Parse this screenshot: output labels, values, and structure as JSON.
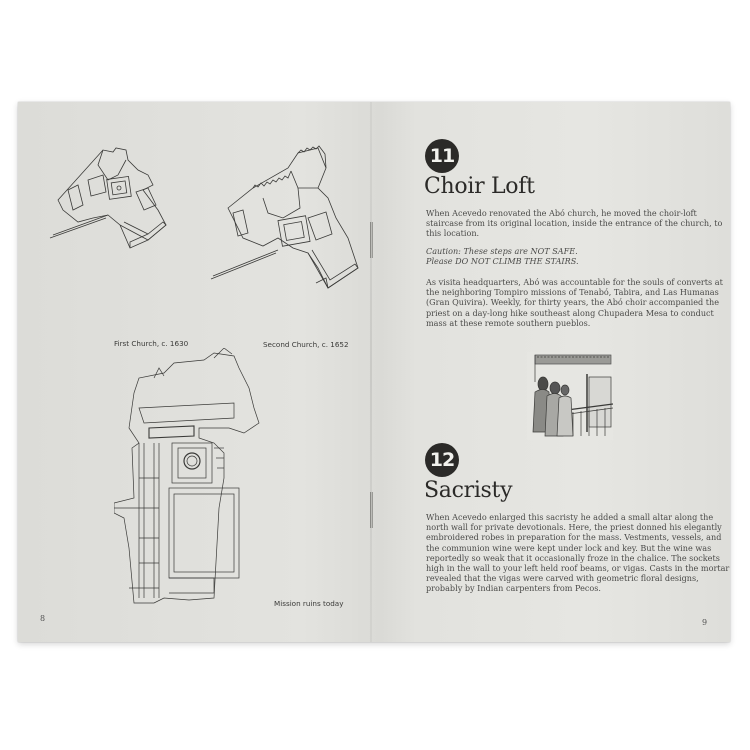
{
  "left_page": {
    "page_number": "8",
    "figures": [
      {
        "id": "first-church",
        "caption": "First Church, c. 1630",
        "type": "isometric-drawing"
      },
      {
        "id": "second-church",
        "caption": "Second Church, c. 1652",
        "type": "isometric-drawing"
      },
      {
        "id": "mission-ruins",
        "caption": "Mission ruins today",
        "type": "plan-drawing"
      }
    ]
  },
  "right_page": {
    "page_number": "9",
    "stops": [
      {
        "number": "11",
        "title": "Choir Loft",
        "paragraphs": [
          {
            "style": "normal",
            "text": "When Acevedo renovated the Abó church, he moved the choir-loft staircase from its original location, inside the entrance of the church, to this location."
          },
          {
            "style": "italic",
            "text": "Caution: These steps are NOT SAFE. Please DO NOT CLIMB THE STAIRS."
          },
          {
            "style": "normal",
            "text": "As visita headquarters, Abó was accountable for the souls of converts at the neighboring Tompiro missions of Tenabó, Tabira, and Las Humanas (Gran Quivira). Weekly, for thirty years, the Abó choir accompanied the priest on a day-long hike southeast along Chupadera Mesa to conduct mass at these remote southern pueblos."
          }
        ],
        "illustration": "sketch-of-robed-figures-at-choir-loft-railing"
      },
      {
        "number": "12",
        "title": "Sacristy",
        "paragraphs": [
          {
            "style": "normal",
            "text": "When Acevedo enlarged this sacristy he added a small altar along the north wall for private devotionals. Here, the priest donned his elegantly embroidered robes in preparation for the mass. Vestments, vessels, and the communion wine were kept under lock and key. But the wine was reportedly so weak that it occasionally froze in the chalice. The sockets high in the wall to your left held roof beams, or vigas. Casts in the mortar revealed that the vigas were carved with geometric floral designs, probably by Indian carpenters from Pecos."
          }
        ]
      }
    ]
  },
  "colors": {
    "paper": "#e2e2de",
    "ink": "#2b2a28",
    "body_text": "#4a4a48",
    "badge_fill": "#2b2a28",
    "badge_text": "#f2f2ee"
  }
}
